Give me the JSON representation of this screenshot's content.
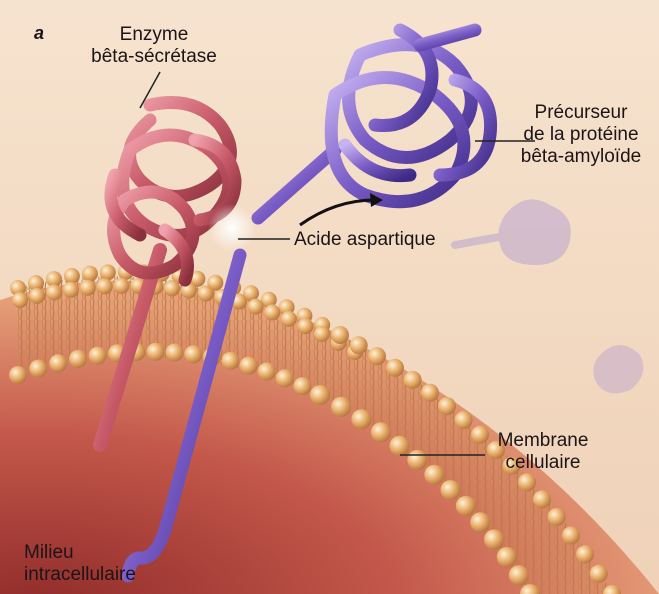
{
  "panel_letter": "a",
  "labels": {
    "enzyme": [
      "Enzyme",
      "bêta-sécrétase"
    ],
    "precursor": [
      "Précurseur",
      "de la protéine",
      "bêta-amyloïde"
    ],
    "acid": "Acide aspartique",
    "membrane": [
      "Membrane",
      "cellulaire"
    ],
    "intracellular": [
      "Milieu",
      "intracellulaire"
    ]
  },
  "colors": {
    "background": "#f3dbc4",
    "enzyme": "#c85a68",
    "precursor": "#7a5cc6",
    "lipid_head": "#e8a860",
    "cell_interior": "#c0524a"
  }
}
